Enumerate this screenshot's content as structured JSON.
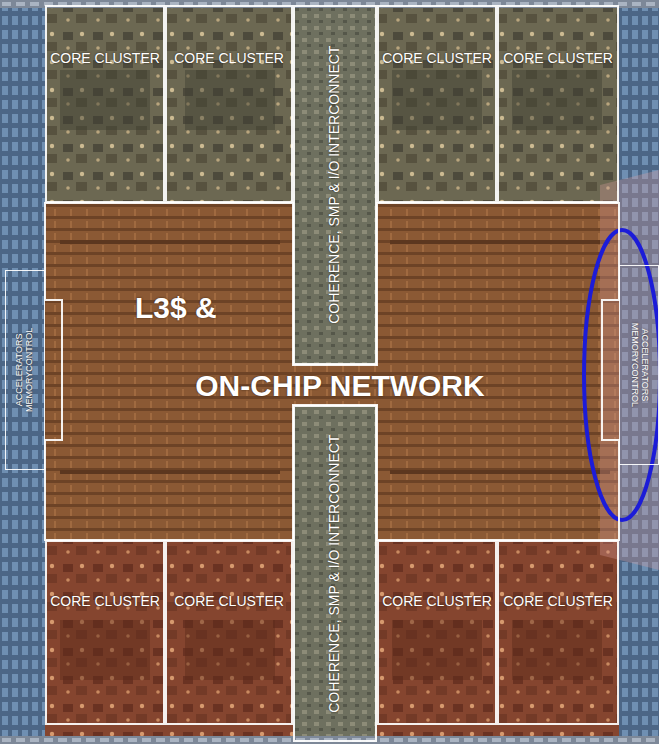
{
  "diagram": {
    "nodes": [
      {
        "text": [
          "CORE CLUSTER"
        ]
      },
      {
        "text": [
          "CORE CLUSTER"
        ]
      },
      {
        "text": [
          "COHERENCE, SMP & I/O INTERCONNECT"
        ]
      },
      {
        "text": [
          "CORE CLUSTER"
        ]
      },
      {
        "text": [
          "CORE CLUSTER"
        ]
      },
      {
        "text": [
          "ACCELERATORS MEMORYCONTROL"
        ]
      },
      {
        "text": [
          "L3$ &",
          "ON-CHIP NETWORK"
        ]
      },
      {
        "text": [
          "ACCELERATORS MEMORYCONTROL"
        ]
      },
      {
        "text": [
          "CORE CLUSTER"
        ]
      },
      {
        "text": [
          "CORE CLUSTER"
        ]
      },
      {
        "text": [
          "COHERENCE, SMP & I/O INTERCONNECT"
        ]
      },
      {
        "text": [
          "CORE CLUSTER"
        ]
      },
      {
        "text": [
          "CORE CLUSTER"
        ]
      }
    ]
  }
}
